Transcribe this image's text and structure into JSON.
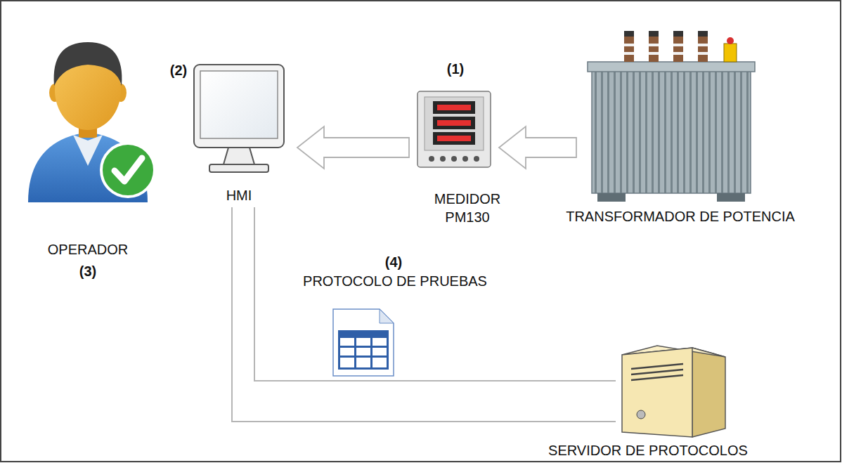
{
  "diagram": {
    "nodes": [
      {
        "text": [
          "OPERADOR",
          "(3)"
        ]
      },
      {
        "text": [
          "(2)",
          "HMI"
        ]
      },
      {
        "text": [
          "(1)",
          "MEDIDOR PM130"
        ]
      },
      {
        "text": [
          "TRANSFORMADOR DE POTENCIA"
        ]
      },
      {
        "text": [
          "(4)",
          "PROTOCOLO DE PRUEBAS"
        ]
      },
      {
        "text": [
          "SERVIDOR DE PROTOCOLOS"
        ]
      }
    ],
    "edges": [
      {
        "from": 3,
        "to": 2,
        "arrow": "to"
      },
      {
        "from": 2,
        "to": 1,
        "arrow": "to"
      },
      {
        "from": 1,
        "to": 5,
        "arrow": "none"
      }
    ]
  }
}
